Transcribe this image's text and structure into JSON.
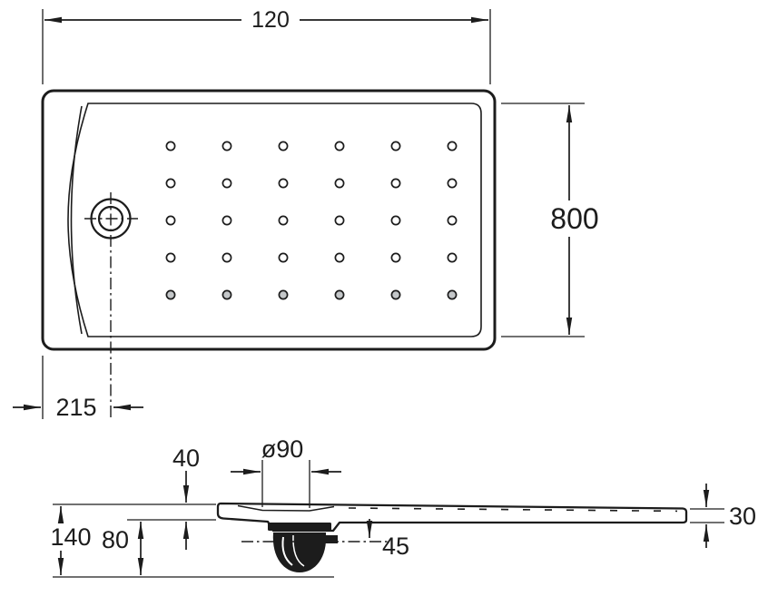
{
  "drawing": {
    "type": "shower-tray technical drawing, top view and side section",
    "colors": {
      "line": "#1c1c1c",
      "background": "#ffffff",
      "dot_shaded": "#c4c7c9"
    },
    "top_view": {
      "width_dim": "120",
      "depth_dim": "800",
      "drain_offset_dim": "215",
      "dots": {
        "rows": 5,
        "cols": 6
      }
    },
    "side_view": {
      "rim_height_dim": "40",
      "drain_diameter_dim": "ø90",
      "total_height_dim": "140",
      "trap_height_dim": "80",
      "outlet_center_dim": "45",
      "edge_height_dim": "30"
    }
  }
}
